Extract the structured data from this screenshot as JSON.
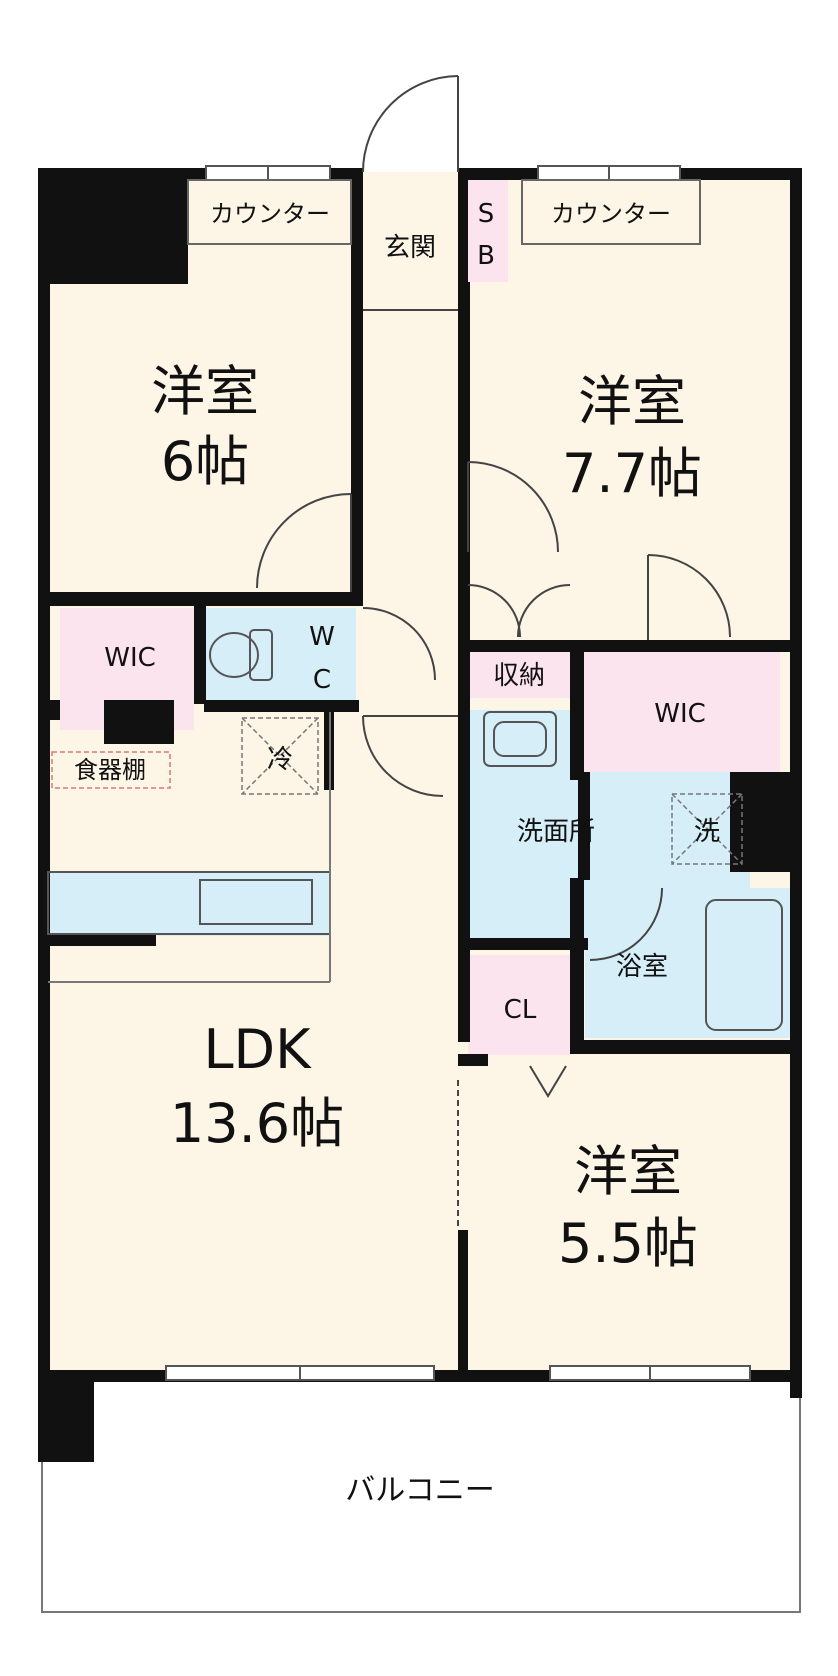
{
  "rooms": {
    "western_room_nw": {
      "name": "洋室",
      "size": "6帖"
    },
    "western_room_ne": {
      "name": "洋室",
      "size": "7.7帖"
    },
    "western_room_se": {
      "name": "洋室",
      "size": "5.5帖"
    },
    "ldk": {
      "name": "LDK",
      "size": "13.6帖"
    },
    "counter_nw": "カウンター",
    "counter_ne": "カウンター",
    "entrance": "玄関",
    "shoe_box_top": "S",
    "shoe_box_bottom": "B",
    "wic_west": "WIC",
    "wic_east": "WIC",
    "toilet_top": "W",
    "toilet_bottom": "C",
    "storage": "収納",
    "dish_cabinet": "食器棚",
    "fridge": "冷",
    "washroom": "洗面所",
    "washer": "洗",
    "bathroom": "浴室",
    "closet": "CL",
    "balcony": "バルコニー"
  },
  "colors": {
    "floor": "#fdf5e6",
    "wet_area": "#d6eef8",
    "storage": "#fbe4ee",
    "wall": "#111111",
    "fixture_line": "#555555"
  }
}
